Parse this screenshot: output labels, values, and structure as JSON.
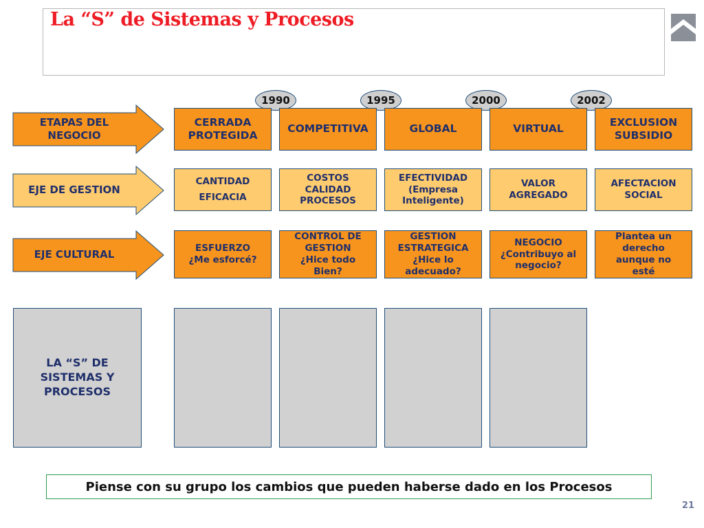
{
  "title": "La “S” de Sistemas y Procesos",
  "years": [
    "1990",
    "1995",
    "2000",
    "2002"
  ],
  "rows": {
    "etapas": {
      "label": "ETAPAS DEL NEGOCIO",
      "label_lines": [
        "ETAPAS DEL",
        "NEGOCIO"
      ],
      "cells": [
        [
          "CERRADA",
          "PROTEGIDA"
        ],
        [
          "COMPETITIVA"
        ],
        [
          "GLOBAL"
        ],
        [
          "VIRTUAL"
        ],
        [
          "EXCLUSION",
          "SUBSIDIO"
        ]
      ]
    },
    "gestion": {
      "label": "EJE DE GESTION",
      "cells": [
        [
          "CANTIDAD",
          "EFICACIA"
        ],
        [
          "COSTOS",
          "CALIDAD",
          "PROCESOS"
        ],
        [
          "EFECTIVIDAD",
          "(Empresa",
          "Inteligente)"
        ],
        [
          "VALOR",
          "AGREGADO"
        ],
        [
          "AFECTACION",
          "SOCIAL"
        ]
      ]
    },
    "cultural": {
      "label": "EJE CULTURAL",
      "cells": [
        [
          "ESFUERZO",
          "¿Me esforcé?"
        ],
        [
          "CONTROL DE",
          "GESTION",
          "¿Hice todo",
          "Bien?"
        ],
        [
          "GESTION",
          "ESTRATEGICA",
          "¿Hice lo",
          "adecuado?"
        ],
        [
          "NEGOCIO",
          "¿Contribuyo al",
          "negocio?"
        ],
        [
          "Plantea un",
          "derecho",
          "aunque no",
          "esté"
        ]
      ]
    }
  },
  "sistemas": {
    "label_lines": [
      "LA “S” DE",
      "SISTEMAS Y",
      "PROCESOS"
    ]
  },
  "footer": "Piense con su grupo los cambios que pueden haberse dado en los Procesos",
  "page_number": "21",
  "colors": {
    "title": "#ee1c25",
    "orange": "#f7941d",
    "light_orange": "#fecb6f",
    "grey": "#d1d1d1",
    "navy": "#1f2f6b",
    "border": "#1f4e79",
    "footer_border": "#2e9b4e"
  }
}
